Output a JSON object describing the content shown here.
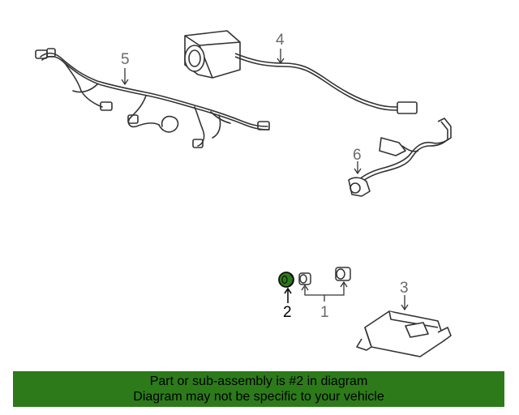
{
  "callouts": {
    "part_1": "1",
    "part_2": "2",
    "part_3": "3",
    "part_4": "4",
    "part_5": "5",
    "part_6": "6"
  },
  "highlighted_part": "2",
  "banner": {
    "line1": "Part or sub-assembly is #2 in diagram",
    "line2": "Diagram may not be specific to your vehicle",
    "background": "#2d7a1b"
  },
  "colors": {
    "line_art": "#333333",
    "callout_text": "#6b6b6b",
    "highlight_fill": "#2d7a1b"
  }
}
